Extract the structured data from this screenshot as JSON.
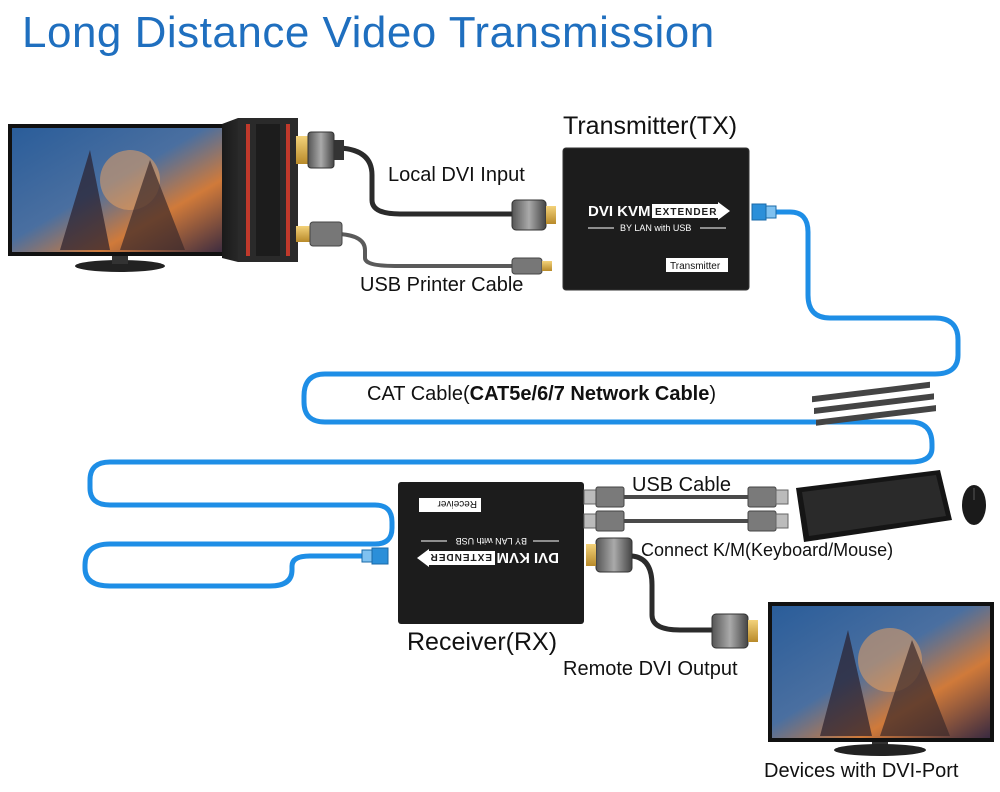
{
  "title": "Long Distance Video Transmission",
  "labels": {
    "transmitter": "Transmitter(TX)",
    "local_dvi_input": "Local DVI Input",
    "usb_printer_cable": "USB Printer Cable",
    "cat_cable_prefix": "CAT Cable(",
    "cat_cable_bold": "CAT5e/6/7 Network Cable",
    "cat_cable_suffix": ")",
    "usb_cable": "USB Cable",
    "connect_km": "Connect K/M(Keyboard/Mouse)",
    "receiver": "Receiver(RX)",
    "remote_dvi_output": "Remote DVI Output",
    "devices_dvi_port": "Devices with DVI-Port"
  },
  "tx_box": {
    "brand": "DVI KVM",
    "extender": "EXTENDER",
    "sub": "BY LAN with USB",
    "tag": "Transmitter"
  },
  "rx_box": {
    "brand": "DVI KVM",
    "extender": "EXTENDER",
    "sub": "BY LAN with USB",
    "tag": "Receiver"
  },
  "colors": {
    "title": "#1f6fbf",
    "network_cable": "#1e8ee6",
    "box": "#1c1c1c"
  }
}
